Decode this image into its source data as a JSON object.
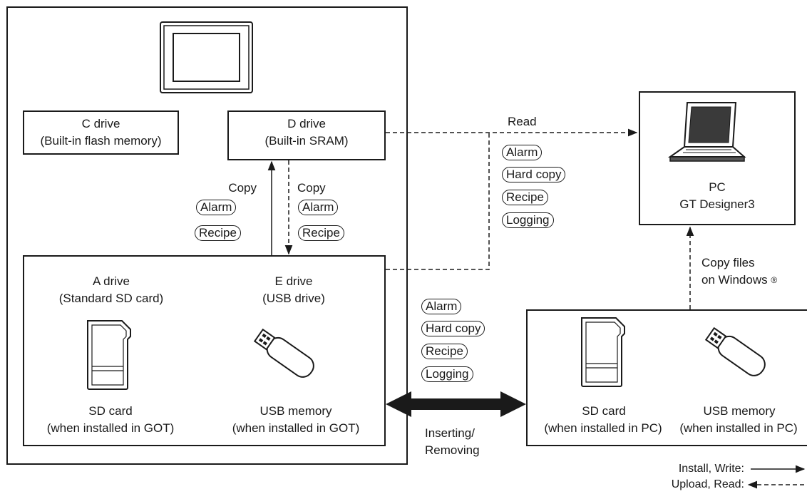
{
  "got": {
    "c_drive": {
      "title": "C drive",
      "sub": "(Built-in flash memory)"
    },
    "d_drive": {
      "title": "D drive",
      "sub": "(Built-in SRAM)"
    },
    "copy_up": {
      "label": "Copy",
      "items": [
        "Alarm",
        "Recipe"
      ]
    },
    "copy_down": {
      "label": "Copy",
      "items": [
        "Alarm",
        "Recipe"
      ]
    },
    "a_drive": {
      "title": "A drive",
      "sub": "(Standard SD card)"
    },
    "e_drive": {
      "title": "E drive",
      "sub": "(USB drive)"
    },
    "sd_card": {
      "title": "SD card",
      "sub": "(when installed in GOT)"
    },
    "usb_memory": {
      "title": "USB memory",
      "sub": "(when installed in GOT)"
    }
  },
  "read": {
    "label": "Read",
    "items": [
      "Alarm",
      "Hard copy",
      "Recipe",
      "Logging"
    ]
  },
  "pc": {
    "title": "PC",
    "sub": "GT Designer3"
  },
  "copy_files": {
    "line1": "Copy files",
    "line2": "on Windows",
    "reg": "®"
  },
  "transfer": {
    "items": [
      "Alarm",
      "Hard copy",
      "Recipe",
      "Logging"
    ],
    "line1": "Inserting/",
    "line2": "Removing"
  },
  "pc_media": {
    "sd_card": {
      "title": "SD card",
      "sub": "(when installed in PC)"
    },
    "usb_memory": {
      "title": "USB memory",
      "sub": "(when installed in PC)"
    }
  },
  "legend": {
    "install_write": "Install, Write:",
    "upload_read": "Upload, Read:"
  }
}
